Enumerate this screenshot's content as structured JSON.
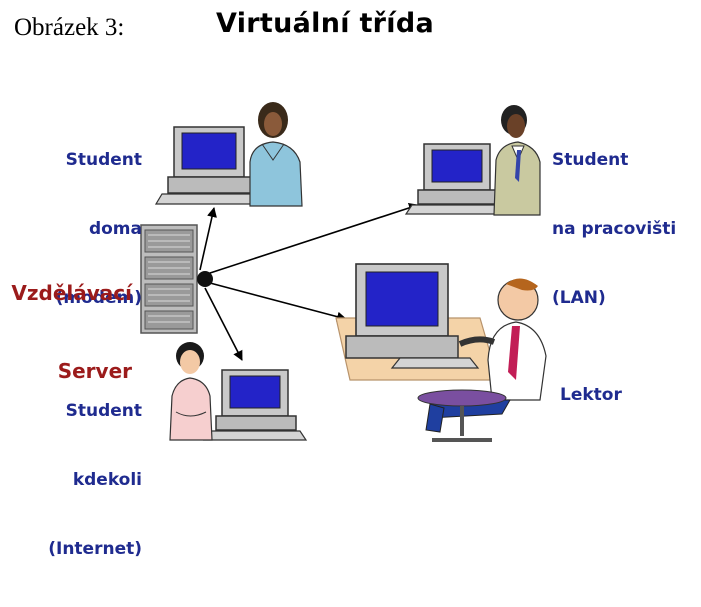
{
  "header": {
    "caption": "Obrázek 3:",
    "title": "Virtuální třída"
  },
  "nodes": {
    "server": {
      "line1": "Vzdělávací",
      "line2": "Server"
    },
    "student_home": {
      "line1": "Student",
      "line2": "doma",
      "line3": "(modem)"
    },
    "student_work": {
      "line1": "Student",
      "line2": "na pracovišti",
      "line3": "(LAN)"
    },
    "student_anywhere": {
      "line1": "Student",
      "line2": "kdekoli",
      "line3": "(Internet)"
    },
    "lecturer": {
      "line1": "Lektor"
    }
  },
  "colors": {
    "label_blue": "#1f2b8f",
    "server_red": "#9b1b1b",
    "screen_blue": "#2323c8",
    "monitor_gray": "#c9c9c9"
  }
}
